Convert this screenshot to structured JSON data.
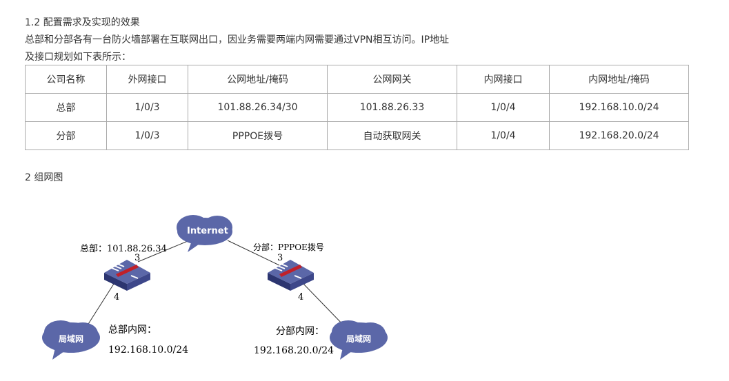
{
  "heading": "1.2 配置需求及实现的效果",
  "para1": "总部和分部各有一台防火墙部署在互联网出口，因业务需要两端内网需要通过VPN相互访问。IP地址",
  "para2": "及接口规划如下表所示：",
  "table": {
    "headers": [
      "公司名称",
      "外网接口",
      "公网地址/掩码",
      "公网网关",
      "内网接口",
      "内网地址/掩码"
    ],
    "rows": [
      [
        "总部",
        "1/0/3",
        "101.88.26.34/30",
        "101.88.26.33",
        "1/0/4",
        "192.168.10.0/24"
      ],
      [
        "分部",
        "1/0/3",
        "PPPOE拨号",
        "自动获取网关",
        "1/0/4",
        "192.168.20.0/24"
      ]
    ]
  },
  "section2": "2 组网图",
  "diagram": {
    "internet": "Internet",
    "lan": "局域网",
    "hq_wan": "总部：101.88.26.34",
    "br_wan": "分部：PPPOE拨号",
    "port3": "3",
    "port4": "4",
    "hq_lan_label": "总部内网：",
    "hq_lan": "192.168.10.0/24",
    "br_lan_label": "分部内网：",
    "br_lan": "192.168.20.0/24"
  }
}
